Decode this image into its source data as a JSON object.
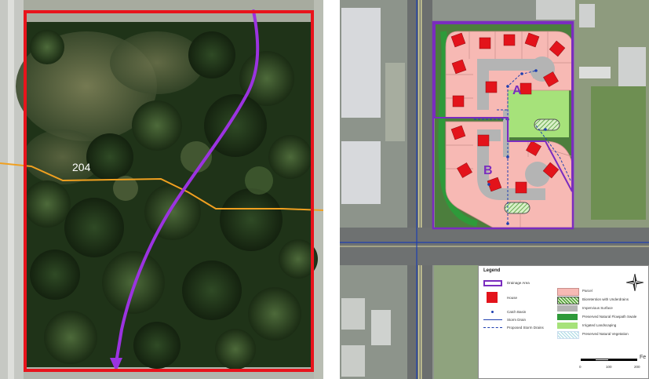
{
  "left_map": {
    "contour_label": "204",
    "colors": {
      "site_boundary": "#e8141c",
      "flow_path": "#9b33e0",
      "contour": "#f0a020"
    }
  },
  "right_map": {
    "drainage_labels": {
      "a": "A",
      "b": "B"
    },
    "colors": {
      "drainage_area": "#7a2cbf",
      "parcel": "#f7b9b4",
      "house": "#e3131b",
      "bioretention": "#79c458",
      "impervious": "#b4b4b4",
      "flowpath_swale": "#2e9a3a",
      "landscaping": "#a6e27a",
      "storm_drain": "#1e3fb0"
    },
    "legend": {
      "title": "Legend",
      "items_left": [
        {
          "label": "Drainage Area",
          "icon": "drainage-area-symbol"
        },
        {
          "label": "House",
          "icon": "house-symbol"
        },
        {
          "label": "Catch Basin",
          "icon": "catch-basin-symbol"
        },
        {
          "label": "Storm Drain",
          "icon": "storm-drain-symbol"
        },
        {
          "label": "Proposed Storm Drains",
          "icon": "proposed-drain-symbol"
        }
      ],
      "items_right": [
        {
          "label": "Parcel",
          "icon": "parcel-swatch"
        },
        {
          "label": "Bioretention with Underdrains",
          "icon": "bioretention-swatch"
        },
        {
          "label": "Impervious Surface",
          "icon": "impervious-swatch"
        },
        {
          "label": "Preserved Natural Flowpath Swale",
          "icon": "swale-swatch"
        },
        {
          "label": "Irrigated Landscaping",
          "icon": "landscaping-swatch"
        },
        {
          "label": "Preserved Natural Vegetation",
          "icon": "vegetation-swatch"
        }
      ],
      "scale": {
        "ticks": [
          "0",
          "100",
          "200"
        ],
        "unit": "Fe"
      },
      "north_arrow_icon": "compass-icon"
    }
  }
}
